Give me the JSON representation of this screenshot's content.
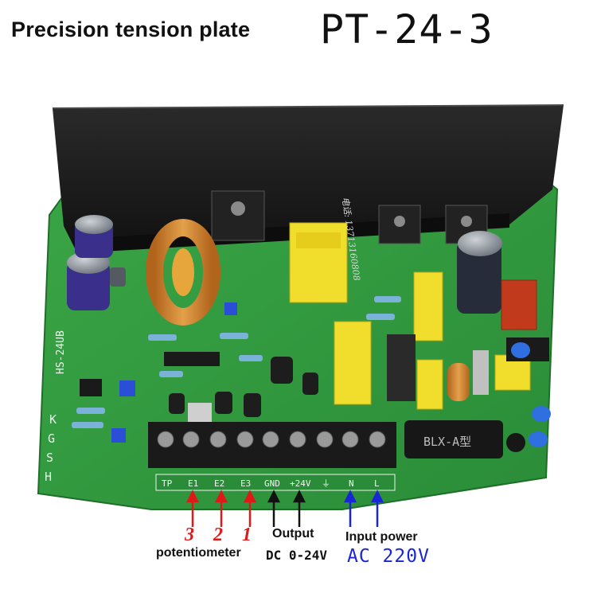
{
  "header": {
    "title": "Precision tension plate",
    "model": "PT-24-3"
  },
  "board": {
    "brand_letters": [
      "H",
      "S",
      "G",
      "K"
    ],
    "board_model": "HS-24UB",
    "side_marking": "电话: 13713160808",
    "fuse_holder": "BLX-A型",
    "terminals": [
      "TP",
      "E1",
      "E2",
      "E3",
      "GND",
      "+24V",
      "⏚",
      "N",
      "L"
    ]
  },
  "annotations": {
    "num_3": "3",
    "num_2": "2",
    "num_1": "1",
    "potentiometer": "potentiometer",
    "output_label": "Output",
    "output_value": "DC 0-24V",
    "input_label": "Input power",
    "input_value": "AC 220V"
  },
  "colors": {
    "pcb": "#2f9a3e",
    "heatsink": "#1c1c1c",
    "red_arrow": "#e01818",
    "black_arrow": "#111111",
    "blue_arrow": "#1a26d6"
  }
}
